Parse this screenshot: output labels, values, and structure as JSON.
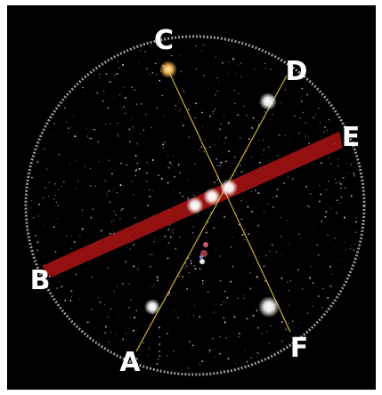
{
  "scene": {
    "background": "#000000",
    "frame_color": "#ffffff",
    "circle_color": "#9a9a9a",
    "guide_line_color": "#c8b23a",
    "band_color": "#a31212"
  },
  "labels": {
    "A": "A",
    "B": "B",
    "C": "C",
    "D": "D",
    "E": "E",
    "F": "F"
  },
  "stars": [
    {
      "name": "star-orange",
      "color": "#f4b84d"
    },
    {
      "name": "star-upper-right",
      "color": "#ffffff"
    },
    {
      "name": "belt-star-left",
      "color": "#ffffff"
    },
    {
      "name": "belt-star-middle",
      "color": "#ffffff"
    },
    {
      "name": "belt-star-right",
      "color": "#ffffff"
    },
    {
      "name": "star-lower-left",
      "color": "#ffffff"
    },
    {
      "name": "star-lower-right",
      "color": "#ffffff"
    }
  ]
}
